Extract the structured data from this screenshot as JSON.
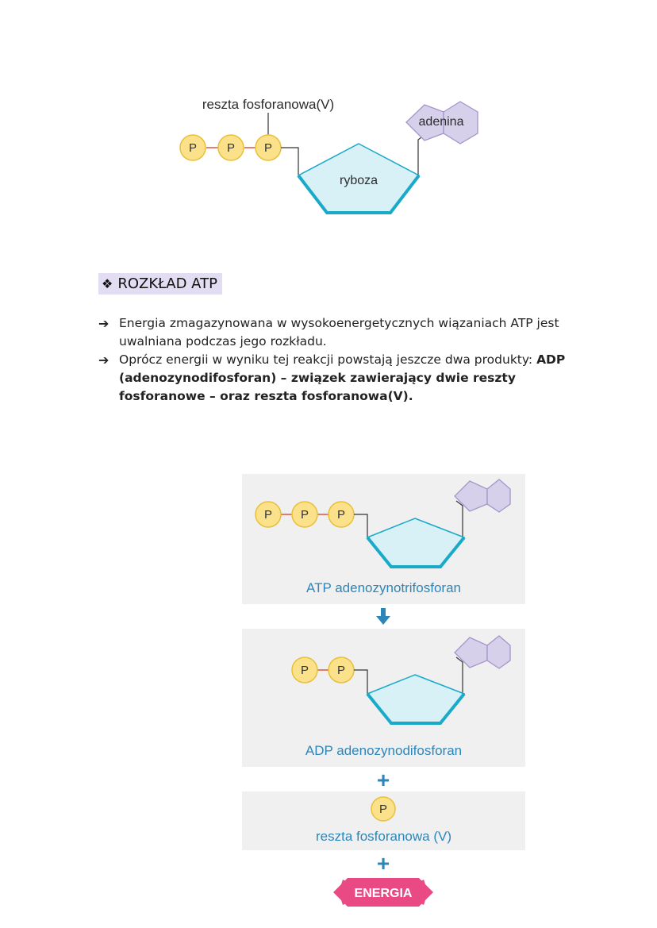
{
  "top_diagram": {
    "label_phosphate": "reszta fosforanowa(V)",
    "phosphate_groups": [
      "P",
      "P",
      "P"
    ],
    "sugar_label": "ryboza",
    "base_label": "adenina"
  },
  "section": {
    "heading_icon": "❖",
    "heading": "ROZKŁAD ATP"
  },
  "bullets": [
    {
      "arrow": "➔",
      "text_plain": "Energia zmagazynowana w wysokoenergetycznych wiązaniach ATP jest uwalniana podczas jego rozkładu.",
      "text_bold": ""
    },
    {
      "arrow": "➔",
      "text_plain": "Oprócz energii w wyniku tej reakcji powstają jeszcze dwa produkty:  ",
      "text_bold": "ADP (adenozynodifosforan) – związek zawierający dwie reszty fosforanowe – oraz reszta fosforanowa(V)."
    }
  ],
  "flow": {
    "atp_phosphates": [
      "P",
      "P",
      "P"
    ],
    "atp_caption": "ATP adenozynotrifosforan",
    "adp_phosphates": [
      "P",
      "P"
    ],
    "adp_caption": "ADP adenozynodifosforan",
    "plus_symbol": "+",
    "pi_symbol": "P",
    "pi_caption": "reszta fosforanowa (V)",
    "energy_label": "ENERGIA"
  },
  "colors": {
    "phosphate_fill": "#fbe28a",
    "phosphate_stroke": "#e9bf3a",
    "bond": "#d9573c",
    "ribose_fill": "#d8f1f7",
    "ribose_stroke": "#19a9c9",
    "adenine_fill": "#d7d0ea",
    "adenine_stroke": "#a495cb",
    "caption_blue": "#2d86b9",
    "energy_pink": "#e94a83",
    "heading_bg": "#e3ddf4"
  }
}
